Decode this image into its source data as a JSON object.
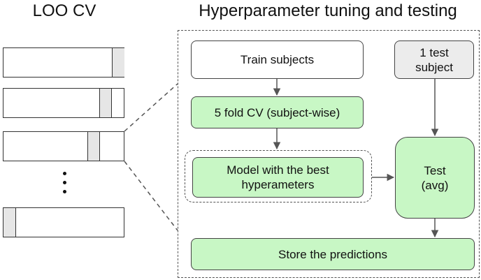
{
  "titles": {
    "loo": "LOO CV",
    "tuning": "Hyperparameter tuning and testing"
  },
  "boxes": {
    "train": "Train subjects",
    "one_test": "1 test\nsubject",
    "cv": "5 fold CV (subject-wise)",
    "model": "Model with the best\nhyperameters",
    "test": "Test\n(avg)",
    "store": "Store the predictions"
  },
  "colors": {
    "green_fill": "#c8f7c5",
    "grey_fill": "#ececec",
    "stroke": "#444444"
  }
}
